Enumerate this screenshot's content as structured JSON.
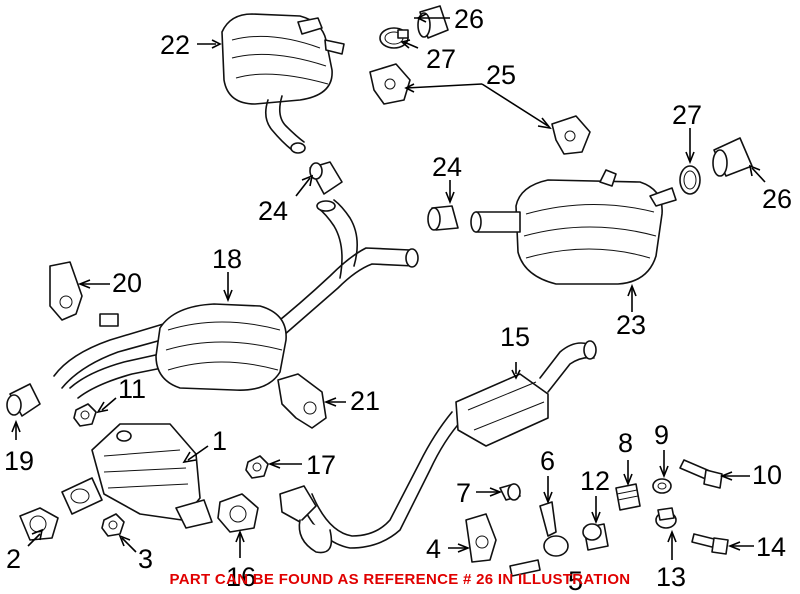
{
  "callouts": {
    "c1": "1",
    "c2": "2",
    "c3": "3",
    "c4": "4",
    "c5": "5",
    "c6": "6",
    "c7": "7",
    "c8": "8",
    "c9": "9",
    "c10": "10",
    "c11": "11",
    "c12": "12",
    "c13": "13",
    "c14": "14",
    "c15": "15",
    "c16": "16",
    "c17": "17",
    "c18": "18",
    "c19": "19",
    "c20": "20",
    "c21": "21",
    "c22": "22",
    "c23": "23",
    "c24a": "24",
    "c24b": "24",
    "c25": "25",
    "c26a": "26",
    "c26b": "26",
    "c27a": "27",
    "c27b": "27"
  },
  "footnote": "PART CAN BE FOUND AS REFERENCE # 26 IN ILLUSTRATION",
  "colors": {
    "footnote": "#e00000",
    "line": "#111111",
    "background": "#ffffff"
  }
}
